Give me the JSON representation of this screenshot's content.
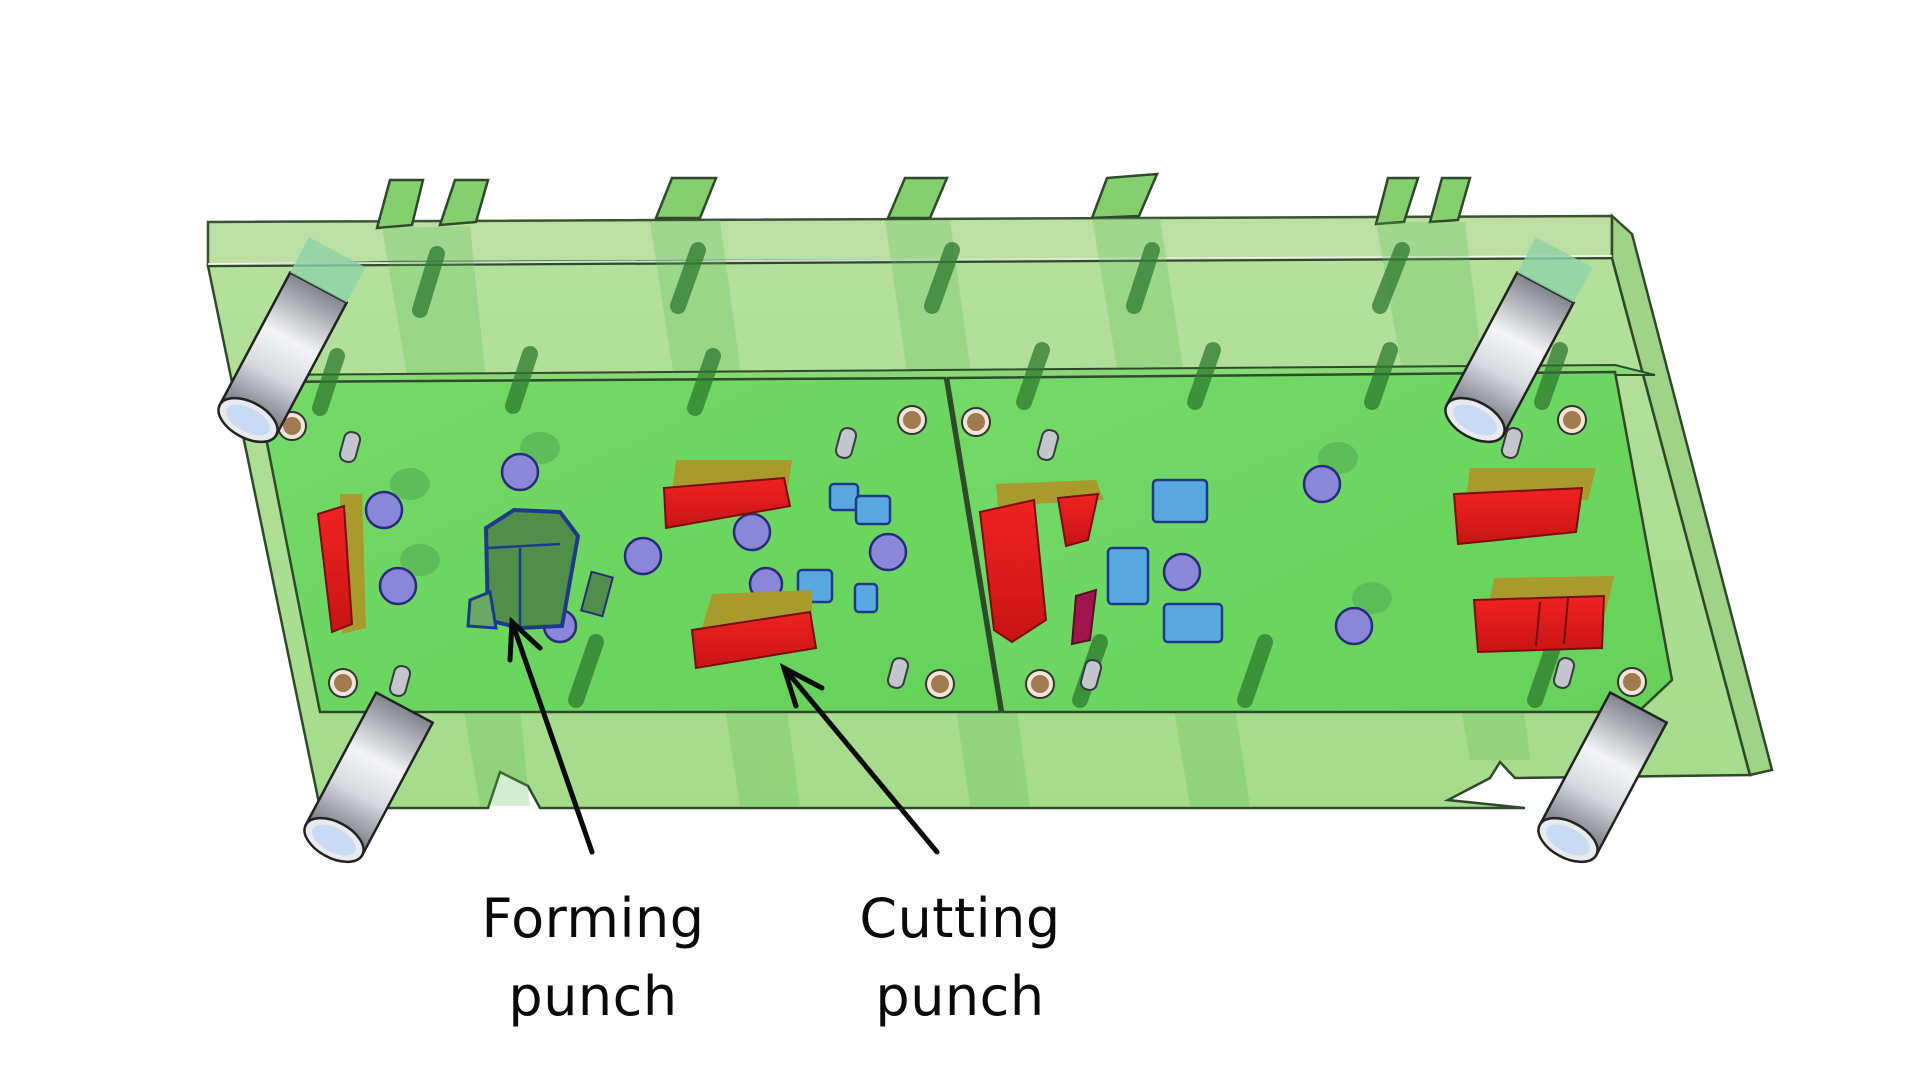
{
  "diagram": {
    "subject": "Progressive stamping die punch plate (3D transparent view)",
    "colors": {
      "background": "#ffffff",
      "back_plate": "#a6dc8a",
      "front_plate": "#6ed862",
      "plate_edge": "#2f4a2a",
      "slot_shadow": "#3f9a3a",
      "cutting_punch": "#e41e1e",
      "punch_retainer": "#a99a2e",
      "forming_punch": "#4f8f4a",
      "forming_outline": "#1f3a8a",
      "screw_head": "#8a86d8",
      "blue_component": "#5aa8e0",
      "guide_bushing": "#b8bcc4",
      "bushing_bore": "#c8daf4",
      "dowel": "#a07a50",
      "arrow": "#0a0a0a"
    },
    "callouts": [
      {
        "id": "forming",
        "line1": "Forming",
        "line2": "punch",
        "points_to": "forming-punch"
      },
      {
        "id": "cutting",
        "line1": "Cutting",
        "line2": "punch",
        "points_to": "cutting-punch"
      }
    ]
  }
}
